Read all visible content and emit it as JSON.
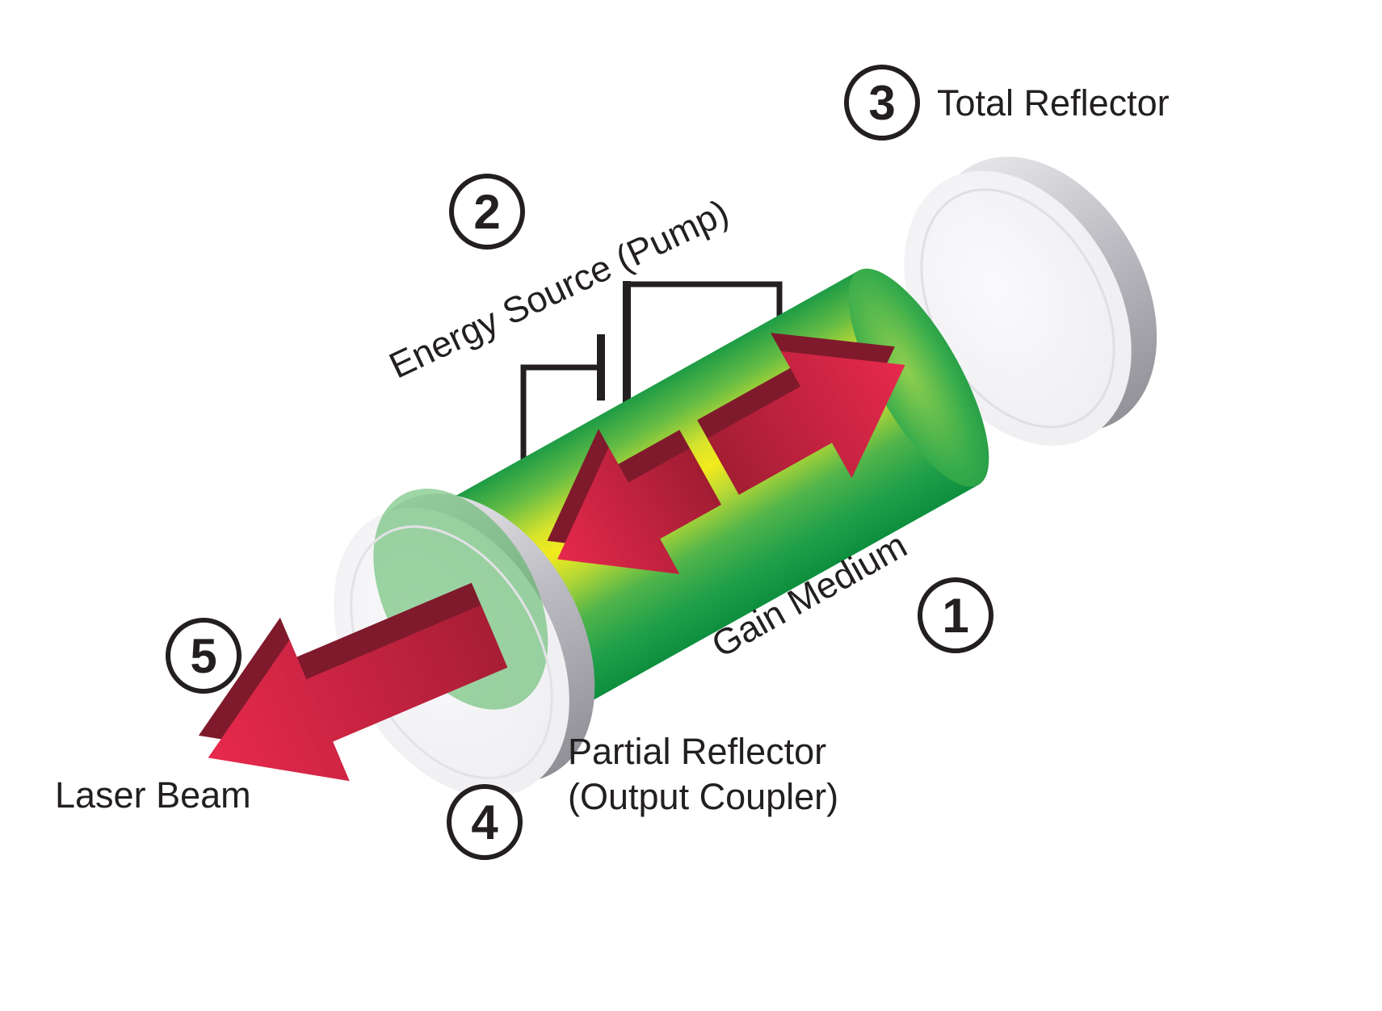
{
  "diagram": {
    "subject": "laser-components-diagram",
    "callouts": {
      "c1": {
        "number": "1",
        "label": "Gain Medium"
      },
      "c2": {
        "number": "2",
        "label": "Energy Source (Pump)"
      },
      "c3": {
        "number": "3",
        "label": "Total Reflector"
      },
      "c4": {
        "number": "4",
        "label_line1": "Partial Reflector",
        "label_line2": "(Output Coupler)"
      },
      "c5": {
        "number": "5",
        "label": "Laser Beam"
      }
    },
    "icons": [
      "battery-icon",
      "intracavity-double-arrow",
      "laser-beam-arrow",
      "mirror-disc"
    ],
    "colors": {
      "background": "#ffffff",
      "outline_black": "#231f20",
      "gain_green_dark": "#0e8f3e",
      "gain_green": "#39b54a",
      "gain_yellow": "#f2ea1d",
      "arrow_red": "#e8294d",
      "arrow_red_dark": "#7f1a2c",
      "mirror_face": "#efeff2",
      "mirror_rim": "#b9b9bf"
    }
  }
}
